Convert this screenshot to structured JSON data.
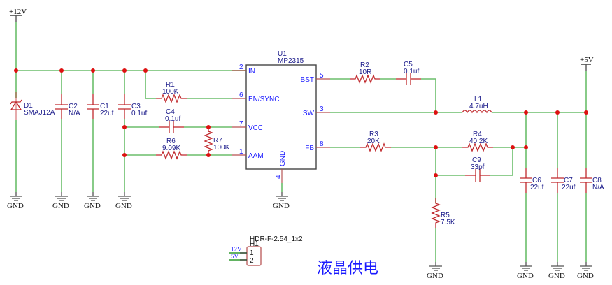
{
  "title": "液晶供电",
  "power_ports": {
    "vin": "+12V",
    "vout": "+5V",
    "gnd": "GND"
  },
  "ic": {
    "ref": "U1",
    "value": "MP2315",
    "pins": [
      {
        "num": "2",
        "name": "IN"
      },
      {
        "num": "6",
        "name": "EN/SYNC"
      },
      {
        "num": "7",
        "name": "VCC"
      },
      {
        "num": "1",
        "name": "AAM"
      },
      {
        "num": "5",
        "name": "BST"
      },
      {
        "num": "3",
        "name": "SW"
      },
      {
        "num": "8",
        "name": "FB"
      },
      {
        "num": "4",
        "name": "GND"
      }
    ]
  },
  "components": {
    "D1": {
      "ref": "D1",
      "value": "SMAJ12A"
    },
    "C2": {
      "ref": "C2",
      "value": "N/A"
    },
    "C1": {
      "ref": "C1",
      "value": "22uf"
    },
    "C3": {
      "ref": "C3",
      "value": "0.1uf"
    },
    "R1": {
      "ref": "R1",
      "value": "100K"
    },
    "C4": {
      "ref": "C4",
      "value": "0.1uf"
    },
    "R6": {
      "ref": "R6",
      "value": "9.09K"
    },
    "R7": {
      "ref": "R7",
      "value": "100K"
    },
    "R2": {
      "ref": "R2",
      "value": "10R"
    },
    "C5": {
      "ref": "C5",
      "value": "0.1uf"
    },
    "L1": {
      "ref": "L1",
      "value": "4.7uH"
    },
    "R3": {
      "ref": "R3",
      "value": "20K"
    },
    "R4": {
      "ref": "R4",
      "value": "40.2K"
    },
    "C9": {
      "ref": "C9",
      "value": "33pf"
    },
    "R5": {
      "ref": "R5",
      "value": "7.5K"
    },
    "C6": {
      "ref": "C6",
      "value": "22uf"
    },
    "C7": {
      "ref": "C7",
      "value": "22uf"
    },
    "C8": {
      "ref": "C8",
      "value": "N/A"
    }
  },
  "header": {
    "ref": "H1",
    "value": "HDR-F-2.54_1x2",
    "pins": [
      {
        "num": "1",
        "net": "12V"
      },
      {
        "num": "2",
        "net": "5V"
      }
    ]
  }
}
